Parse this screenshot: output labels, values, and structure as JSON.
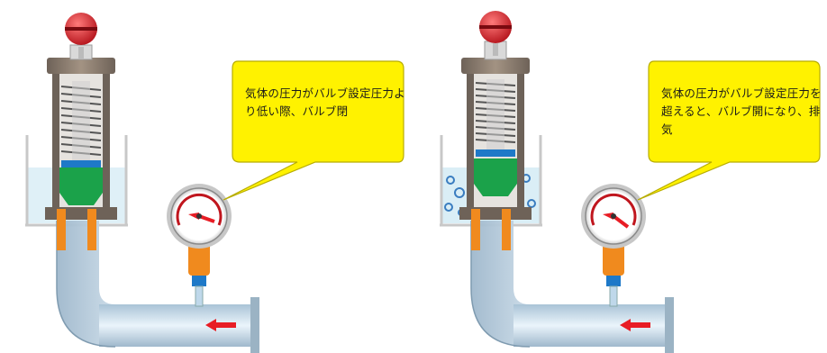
{
  "panels": [
    {
      "id": "closed",
      "callout_text": "気体の圧力がバルブ設定圧力より低い際、バルブ閉"
    },
    {
      "id": "open",
      "callout_text": "気体の圧力がバルブ設定圧力を超えると、バルブ開になり、排気"
    }
  ],
  "colors": {
    "callout_fill": "#FFF200",
    "knob": "#E8222A",
    "seal": "#1BA24A",
    "nozzle": "#F08A1E",
    "water": "#D6ECF5",
    "pipe": "#BFD8EA",
    "arrow": "#E81D25"
  }
}
